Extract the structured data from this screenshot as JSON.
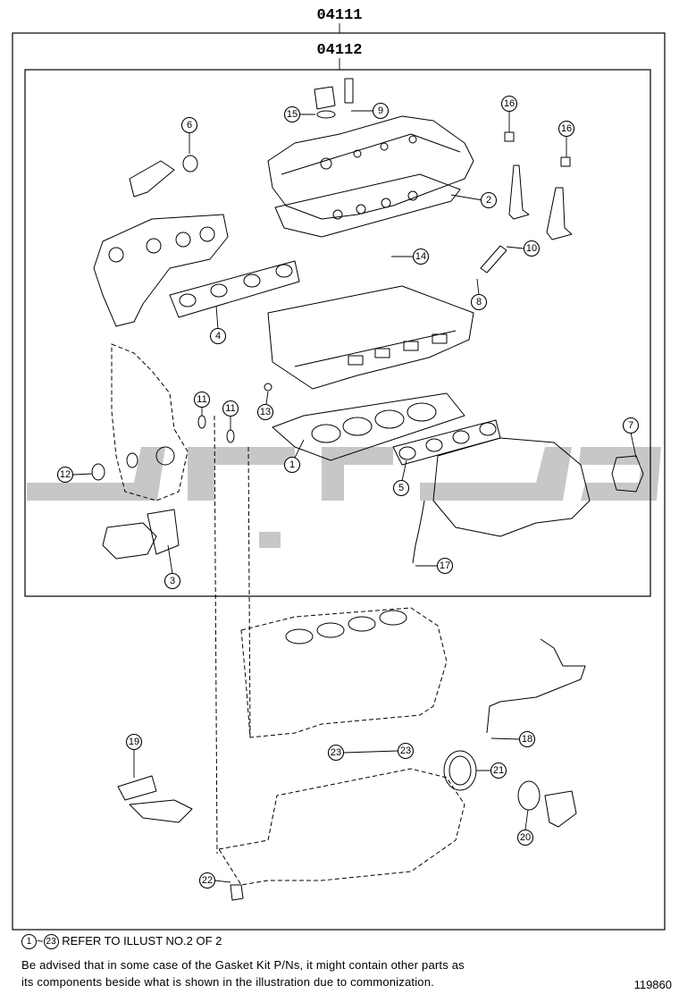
{
  "kit_labels": {
    "outer_kit": "04111",
    "inner_kit": "04112"
  },
  "callouts": [
    "1",
    "2",
    "3",
    "4",
    "5",
    "6",
    "7",
    "8",
    "9",
    "10",
    "11",
    "11",
    "12",
    "13",
    "14",
    "15",
    "16",
    "16",
    "17",
    "18",
    "19",
    "20",
    "21",
    "22",
    "23",
    "23"
  ],
  "footer": {
    "ref_start": "1",
    "ref_separator": "~",
    "ref_end": "23",
    "ref_text": "REFER TO ILLUST NO.2 OF 2",
    "note_line1": "Be advised that in some case of the Gasket Kit P/Ns,  it might contain other parts as",
    "note_line2": "its components beside what is shown in the illustration due to commonization.",
    "illustration_number": "119860"
  },
  "colors": {
    "line": "#000000",
    "watermark": "#b4b4b4",
    "background": "#ffffff"
  }
}
